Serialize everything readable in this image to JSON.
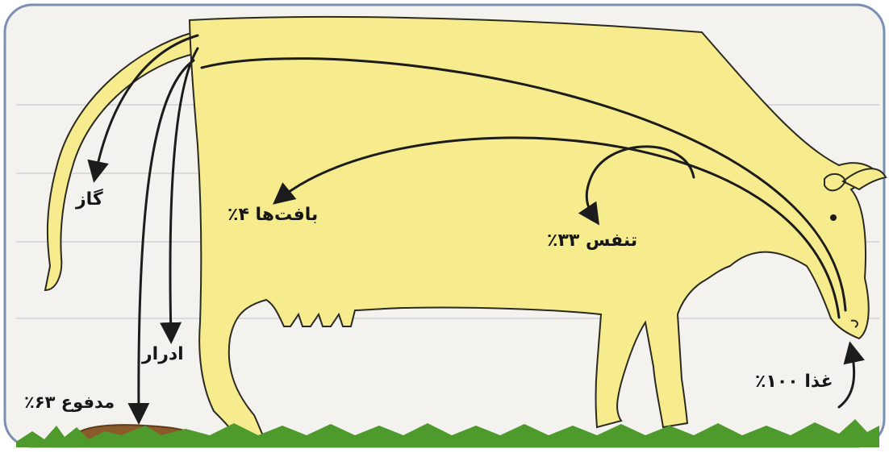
{
  "labels": {
    "gas": "گاز",
    "tissues": "بافت‌ها ۴٪",
    "respiration": "تنفس ۳۳٪",
    "urine": "ادرار",
    "feces": "مدفوع ۶۳٪",
    "food": "غذا ۱۰۰٪"
  },
  "colors": {
    "cow_body": "#f6ec8e",
    "outline": "#2a2a20",
    "arrow": "#1c1c1c",
    "grass": "#4f9a2c",
    "manure": "#8a5a2a",
    "frame": "#7a8fb2"
  }
}
